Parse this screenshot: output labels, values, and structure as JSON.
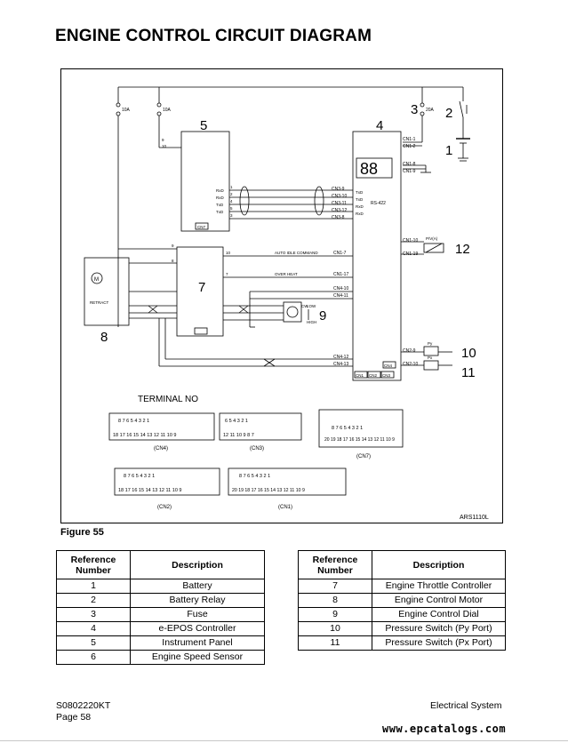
{
  "page_title": "ENGINE CONTROL CIRCUIT DIAGRAM",
  "figure": {
    "caption": "Figure 55",
    "drawing_code": "ARS1110L",
    "terminal_heading": "TERMINAL NO",
    "callouts": [
      "1",
      "2",
      "3",
      "4",
      "5",
      "7",
      "8",
      "9",
      "10",
      "11",
      "12"
    ],
    "fuse_labels": [
      "10A",
      "10A",
      "20A"
    ],
    "signal_labels": {
      "auto_idle": "AUTO IDLE COMMAND",
      "over_heat": "OVER HEAT",
      "retract": "RETRACT",
      "rs422": "RS-422",
      "low": "LOW",
      "high": "HIGH",
      "motor": "M",
      "cw": "CW",
      "py": "Py",
      "px": "Px",
      "pvka": "P/V(A)"
    },
    "pin_labels_controller": [
      "CN1-1",
      "CN1-2",
      "CN1-8",
      "CN1-9",
      "CN3-9",
      "CN3-10",
      "CN3-11",
      "CN3-12",
      "CN3-8",
      "CN1-10",
      "CN1-19",
      "CN1-7",
      "CN1-17",
      "CN4-10",
      "CN4-11",
      "CN2-9",
      "CN2-10",
      "CN4-12",
      "CN4-13"
    ],
    "connector_ids": [
      "CN1",
      "CN2",
      "CN3",
      "CN4",
      "CN7"
    ],
    "connectors": {
      "cn4": {
        "label": "(CN4)",
        "top": "8 7 6 5     4 3 2 1",
        "bottom": "18 17 16 15 14 13 12 11 10 9"
      },
      "cn3": {
        "label": "(CN3)",
        "top": "6 5     4 3 2 1",
        "bottom": "12 11 10 9 8 7"
      },
      "cn7": {
        "label": "(CN7)",
        "top": "8 7 6 5 4 3 2 1",
        "bottom": "20 19 18 17 16 15 14 13 12 11 10 9"
      },
      "cn2": {
        "label": "(CN2)",
        "top": "8 7 6 5     4 3 2 1",
        "bottom": "18 17 16 15 14 13 12 11 10 9"
      },
      "cn1": {
        "label": "(CN1)",
        "top": "8 7 6 5     4 3 2 1",
        "bottom": "20 19 18 17 16 15 14 13 12 11 10 9"
      }
    }
  },
  "tables": {
    "header_ref": "Reference Number",
    "header_desc": "Description",
    "left": [
      {
        "ref": "1",
        "desc": "Battery"
      },
      {
        "ref": "2",
        "desc": "Battery Relay"
      },
      {
        "ref": "3",
        "desc": "Fuse"
      },
      {
        "ref": "4",
        "desc": "e-EPOS Controller"
      },
      {
        "ref": "5",
        "desc": "Instrument Panel"
      },
      {
        "ref": "6",
        "desc": "Engine Speed Sensor"
      }
    ],
    "right": [
      {
        "ref": "7",
        "desc": "Engine Throttle Controller"
      },
      {
        "ref": "8",
        "desc": "Engine Control Motor"
      },
      {
        "ref": "9",
        "desc": "Engine Control Dial"
      },
      {
        "ref": "10",
        "desc": "Pressure Switch (Py Port)"
      },
      {
        "ref": "11",
        "desc": "Pressure Switch (Px Port)"
      }
    ]
  },
  "footer": {
    "doc_code": "S0802220KT",
    "page": "Page 58",
    "section": "Electrical System",
    "site": "www.epcatalogs.com"
  }
}
